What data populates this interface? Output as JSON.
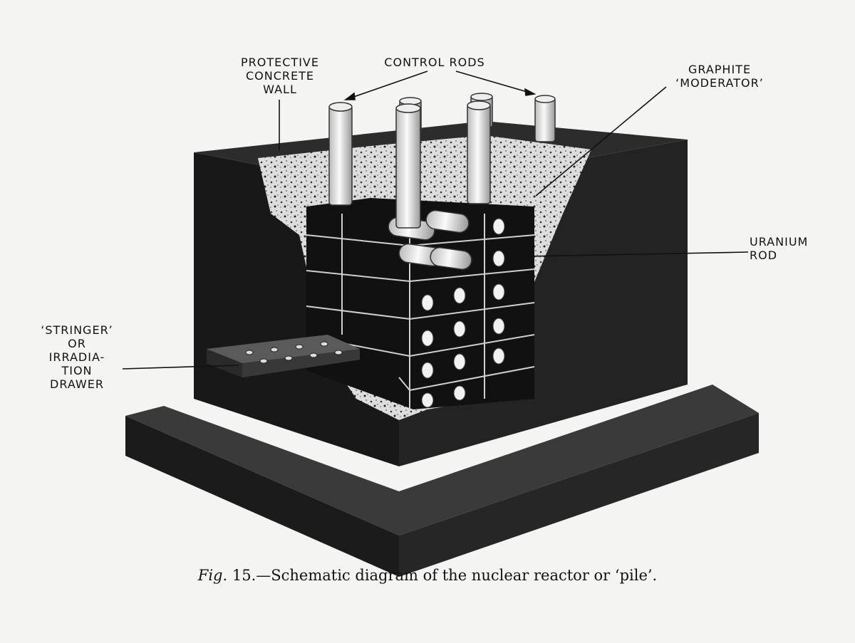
{
  "labels": {
    "concrete_wall": "PROTECTIVE\nCONCRETE\nWALL",
    "control_rods": "CONTROL RODS",
    "graphite": "GRAPHITE\n‘MODERATOR’",
    "uranium": "URANIUM\nROD",
    "stringer": "‘STRINGER’\nOR\nIRRADIA-\nTION\nDRAWER"
  },
  "caption": {
    "fig": "Fig",
    "rest": ". 15.—Schematic diagram of the nuclear reactor or ‘pile’."
  }
}
